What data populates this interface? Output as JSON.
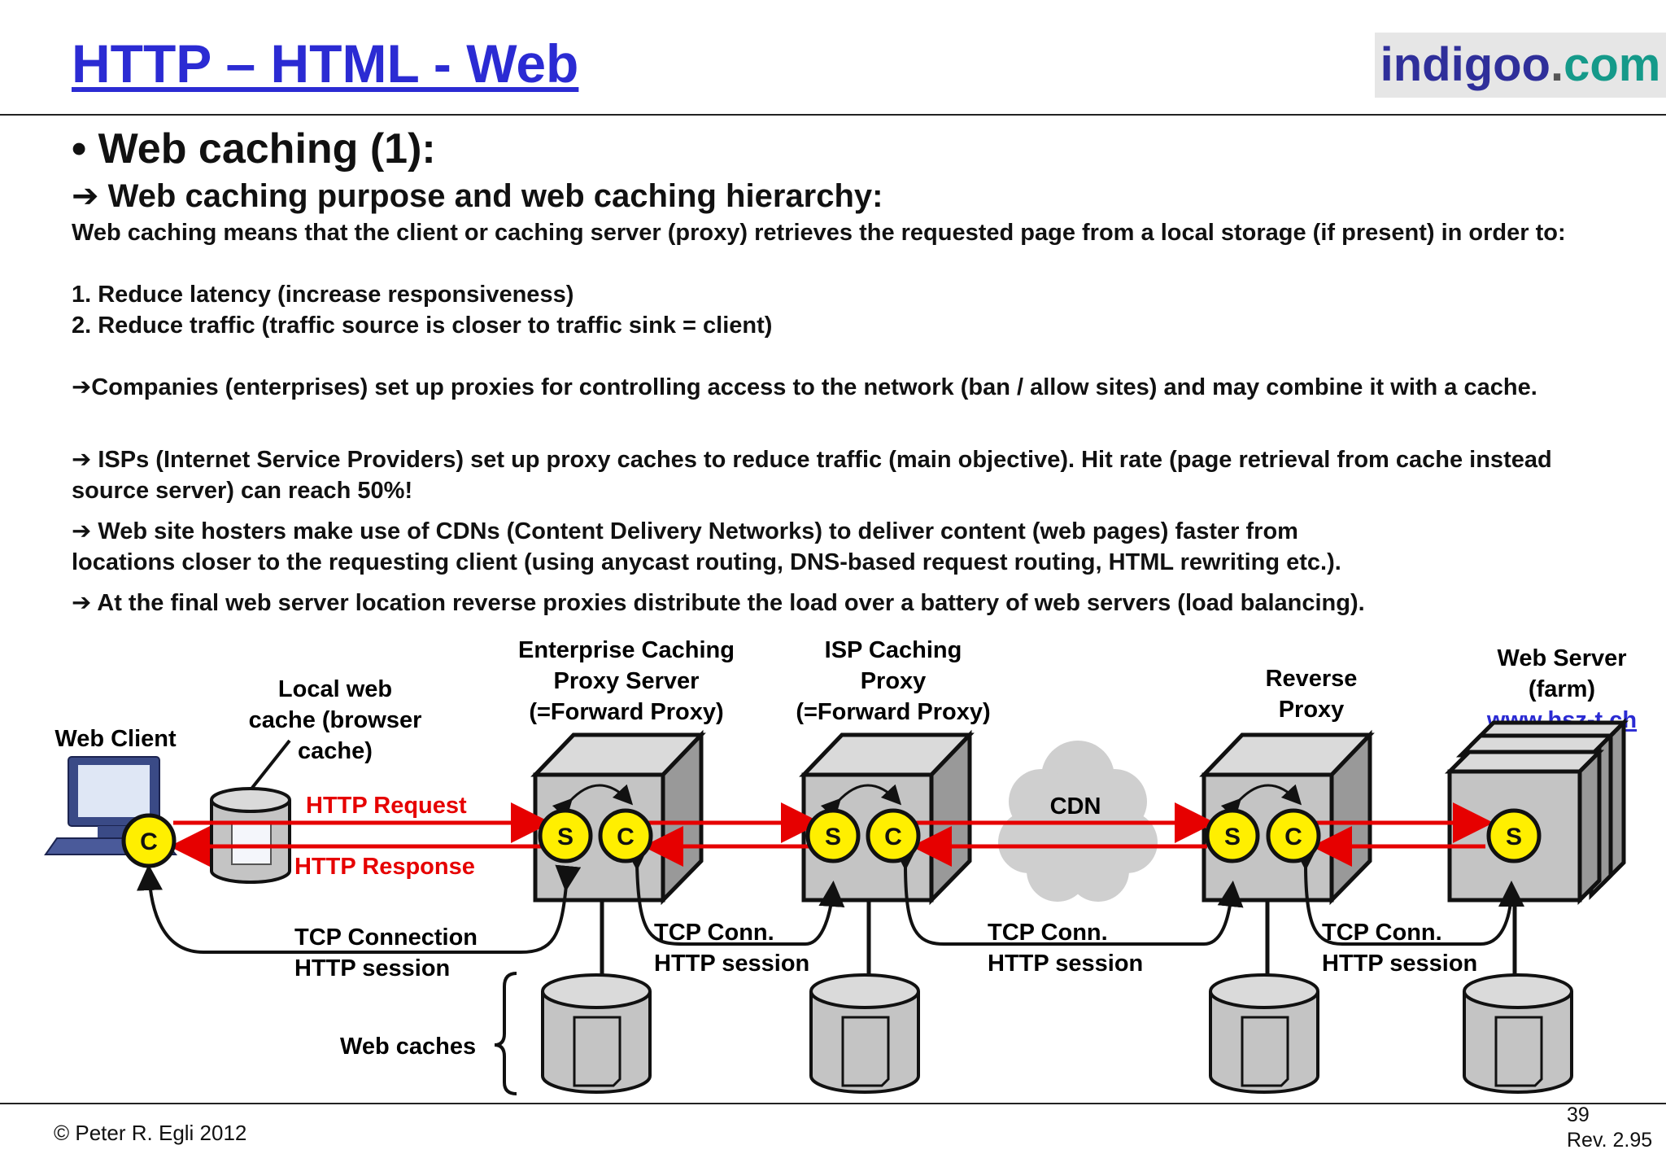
{
  "header": {
    "title": "HTTP – HTML - Web",
    "logo_part1": "indigoo",
    "logo_dot": ".",
    "logo_part2": "com"
  },
  "content": {
    "bullet": "• Web caching (1):",
    "subheading": "➔ Web caching purpose and web caching hierarchy:",
    "intro": "Web caching means that the client or caching server (proxy) retrieves the requested page from a local storage (if present) in order to:",
    "item1": "1. Reduce latency (increase responsiveness)",
    "item2": "2. Reduce traffic (traffic source is closer to traffic sink = client)",
    "point_companies": "➔Companies (enterprises) set up proxies for controlling access to the network (ban / allow sites) and may combine it with a cache.",
    "point_isps": "➔ ISPs (Internet Service Providers) set up proxy caches to reduce traffic (main objective). Hit rate (page retrieval from cache instead source server) can reach 50%!",
    "point_cdn_line1": "➔ Web site hosters make use of CDNs (Content Delivery Networks) to deliver content (web pages) faster from",
    "point_cdn_line2": "locations closer to the requesting client (using anycast routing, DNS-based request routing, HTML rewriting etc.).",
    "point_reverse": "➔ At the final web server location reverse proxies distribute the load over a battery of web servers (load balancing)."
  },
  "diagram": {
    "web_client": "Web Client",
    "local_cache": [
      "Local web",
      "cache (browser",
      "cache)"
    ],
    "enterprise_proxy": [
      "Enterprise Caching",
      "Proxy Server",
      "(=Forward Proxy)"
    ],
    "isp_proxy": [
      "ISP Caching",
      "Proxy",
      "(=Forward Proxy)"
    ],
    "reverse_proxy": [
      "Reverse",
      "Proxy"
    ],
    "web_server": [
      "Web Server",
      "(farm)"
    ],
    "web_server_url": "www.hsz-t.ch",
    "cdn": "CDN",
    "http_request": "HTTP Request",
    "http_response": "HTTP Response",
    "tcp_connection": [
      "TCP Connection",
      "HTTP session"
    ],
    "tcp_conn": [
      "TCP Conn.",
      "HTTP session"
    ],
    "web_caches": "Web caches",
    "server_letter": "S",
    "client_letter": "C",
    "colors": {
      "accent": "#e60000",
      "node": "#ffef00",
      "box": "#c4c4c4",
      "link": "#2b2bd3"
    }
  },
  "footer": {
    "copyright": "© Peter R. Egli 2012",
    "page": "39",
    "revision": "Rev. 2.95"
  }
}
